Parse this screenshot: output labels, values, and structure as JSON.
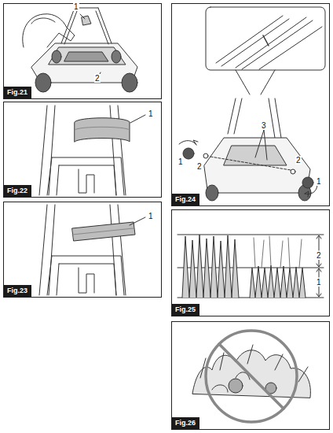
{
  "diagram": {
    "nodes": [
      {
        "text": [
          "Fig.21"
        ]
      },
      {
        "text": [
          "Fig.22"
        ]
      },
      {
        "text": [
          "Fig.23"
        ]
      },
      {
        "text": [
          "Fig.24"
        ]
      },
      {
        "text": [
          "Fig.25"
        ]
      },
      {
        "text": [
          "Fig.26"
        ]
      }
    ],
    "labels": [
      "1",
      "2",
      "1",
      "1",
      "1",
      "2",
      "3",
      "2",
      "1",
      "2",
      "1"
    ]
  }
}
